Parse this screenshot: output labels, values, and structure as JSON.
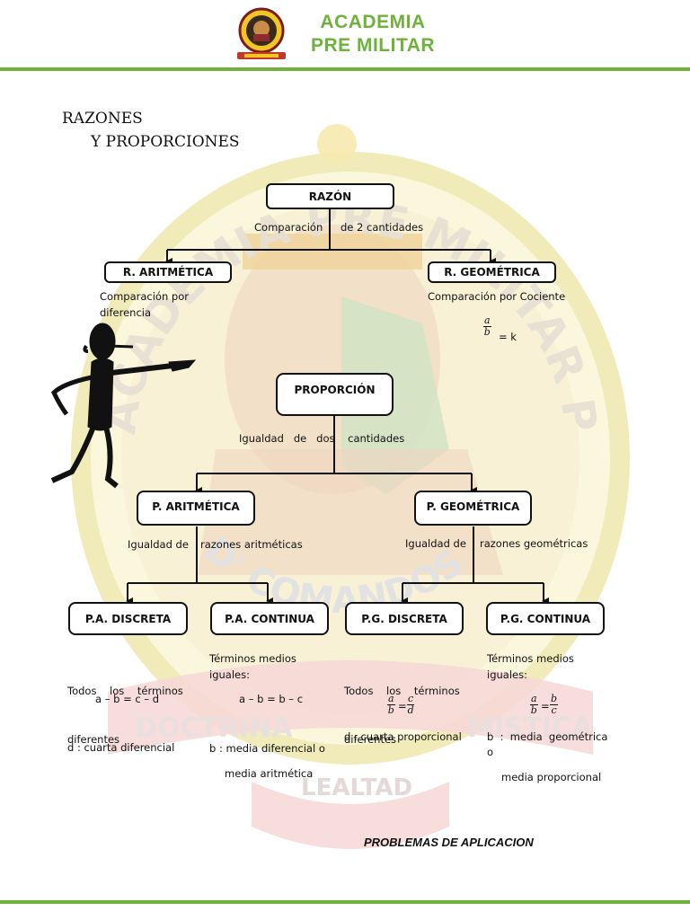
{
  "header": {
    "brand_line1": "ACADEMIA",
    "brand_line2": "PRE MILITAR",
    "accent": "#6fb23b"
  },
  "title": {
    "line1": "RAZONES",
    "line2": "Y PROPORCIONES"
  },
  "razon": {
    "label": "RAZÓN",
    "desc_left": "Comparación",
    "desc_right": "de 2 cantidades"
  },
  "r_aritmetica": {
    "label": "R. ARITMÉTICA",
    "desc_line1": "Comparación por",
    "desc_line2": "diferencia"
  },
  "r_geometrica": {
    "label": "R. GEOMÉTRICA",
    "desc": "Comparación por Cociente",
    "formula_num": "a",
    "formula_den": "b",
    "formula_rest": "= k"
  },
  "proporcion": {
    "label": "PROPORCIÓN",
    "desc": "Igualdad   de   dos    cantidades"
  },
  "p_aritmetica": {
    "label": "P. ARITMÉTICA",
    "desc_left": "Igualdad de",
    "desc_right": "razones aritméticas"
  },
  "p_geometrica": {
    "label": "P. GEOMÉTRICA",
    "desc_left": "Igualdad de",
    "desc_right": "razones geométricas"
  },
  "pa_discreta": {
    "label": "P.A. DISCRETA",
    "desc_line1": "Todos    los    términos",
    "desc_line2": "diferentes",
    "formula": "a – b = c – d",
    "note": "d : cuarta diferencial"
  },
  "pa_continua": {
    "label": "P.A. CONTINUA",
    "desc_line1": "Términos medios",
    "desc_line2": "iguales:",
    "formula": "a – b = b – c",
    "note_line1": "b : media diferencial o",
    "note_line2": "media aritmética"
  },
  "pg_discreta": {
    "label": "P.G. DISCRETA",
    "desc_line1": "Todos    los    términos",
    "desc_line2": "diferentes",
    "f_a": "a",
    "f_b": "b",
    "f_c": "c",
    "f_d": "d",
    "note": "d : cuarta proporcional"
  },
  "pg_continua": {
    "label": "P.G. CONTINUA",
    "desc_line1": "Términos medios",
    "desc_line2": "iguales:",
    "f_a": "a",
    "f_b": "b",
    "f_c": "b",
    "f_d": "c",
    "note_line1": "b  :  media  geométrica",
    "note_line2": "o",
    "note_line3": "media proporcional"
  },
  "footer": {
    "problems": "PROBLEMAS DE APLICACION"
  },
  "watermark": {
    "arc_top": "ACADEMIA PRE MILITAR POLICIAL",
    "arc_bottom": "D' COMANDOS",
    "band_left": "DOCTRINA",
    "band_right": "MISTICA",
    "band_center": "LEALTAD"
  }
}
